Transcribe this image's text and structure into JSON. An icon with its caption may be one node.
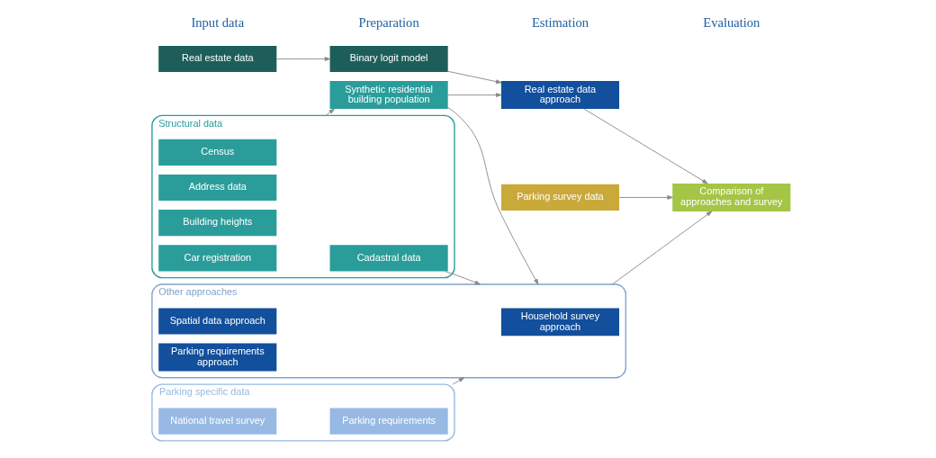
{
  "diagram": {
    "nodes": [
      {
        "text": [
          "Real estate data"
        ]
      },
      {
        "text": [
          "Structural data"
        ]
      },
      {
        "text": [
          "Census"
        ],
        "in": 1
      },
      {
        "text": [
          "Address data"
        ],
        "in": 1
      },
      {
        "text": [
          "Building heights"
        ],
        "in": 1
      },
      {
        "text": [
          "Cadastral data"
        ],
        "in": 1
      },
      {
        "text": [
          "Car registration"
        ],
        "in": 1
      },
      {
        "text": [
          "Parking specific data"
        ]
      },
      {
        "text": [
          "National travel survey"
        ],
        "in": 7
      },
      {
        "text": [
          "Parking requirements"
        ],
        "in": 7
      },
      {
        "text": [
          "Parking survey data"
        ]
      },
      {
        "text": [
          "Binary logit model"
        ]
      },
      {
        "text": [
          "Synthetic residential building population"
        ]
      },
      {
        "text": [
          "Real estate data approach"
        ]
      },
      {
        "text": [
          "Other approaches"
        ]
      },
      {
        "text": [
          "Spatial data approach"
        ],
        "in": 14
      },
      {
        "text": [
          "Household survey approach"
        ],
        "in": 14
      },
      {
        "text": [
          "Parking requirements approach"
        ],
        "in": 14
      },
      {
        "text": [
          "Comparison of approaches and survey"
        ]
      }
    ],
    "edges": [
      {
        "from": 0,
        "to": 11,
        "arrow": "to"
      },
      {
        "from": 1,
        "to": 12,
        "arrow": "to"
      },
      {
        "from": 11,
        "to": 13,
        "arrow": "to"
      },
      {
        "from": 12,
        "to": 13,
        "arrow": "to"
      },
      {
        "from": 12,
        "to": 14,
        "arrow": "to"
      },
      {
        "from": 5,
        "to": 14,
        "arrow": "to"
      },
      {
        "from": 7,
        "to": 14,
        "arrow": "to"
      },
      {
        "from": 13,
        "to": 18,
        "arrow": "to"
      },
      {
        "from": 14,
        "to": 18,
        "arrow": "to"
      },
      {
        "from": 10,
        "to": 18,
        "arrow": "to"
      }
    ],
    "labels": [
      "Input data",
      "Preparation",
      "Estimation",
      "Evaluation"
    ]
  }
}
